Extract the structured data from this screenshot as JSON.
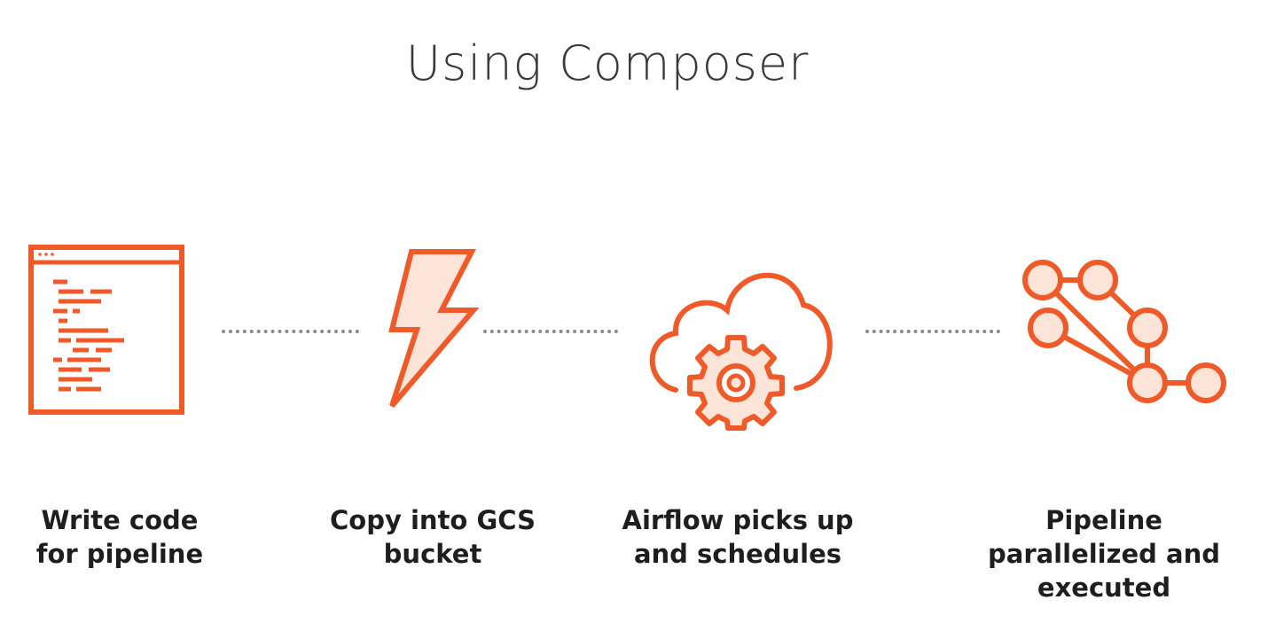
{
  "title": "Using Composer",
  "colors": {
    "accent": "#f05a28",
    "accent_fill": "#fde4d8",
    "text": "#1e1e1e",
    "dots": "#8a8a8a"
  },
  "steps": [
    {
      "icon": "code-editor-icon",
      "lines": [
        "Write code",
        "for pipeline"
      ]
    },
    {
      "icon": "lightning-bolt-icon",
      "lines": [
        "Copy into GCS",
        "bucket"
      ]
    },
    {
      "icon": "cloud-gear-icon",
      "lines": [
        "Airflow picks up",
        "and schedules"
      ]
    },
    {
      "icon": "node-graph-icon",
      "lines": [
        "Pipeline",
        "parallelized and",
        "executed"
      ]
    }
  ]
}
